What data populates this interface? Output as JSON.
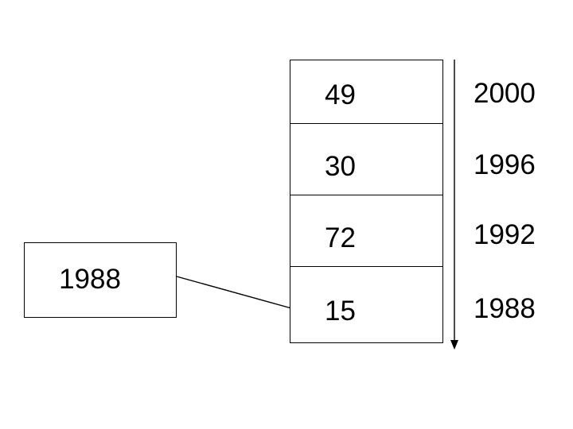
{
  "diagram": {
    "title": "array-with-year-timeline",
    "background_color": "#ffffff",
    "stroke_color": "#000000"
  },
  "array": {
    "name": "vertical-array",
    "cells": [
      {
        "value": "49",
        "year": "2000"
      },
      {
        "value": "30",
        "year": "1996"
      },
      {
        "value": "72",
        "year": "1992"
      },
      {
        "value": "15",
        "year": "1988"
      }
    ]
  },
  "tag_box": {
    "label": "1988"
  },
  "timeline": {
    "direction": "down",
    "labels": [
      "2000",
      "1996",
      "1992",
      "1988"
    ]
  }
}
